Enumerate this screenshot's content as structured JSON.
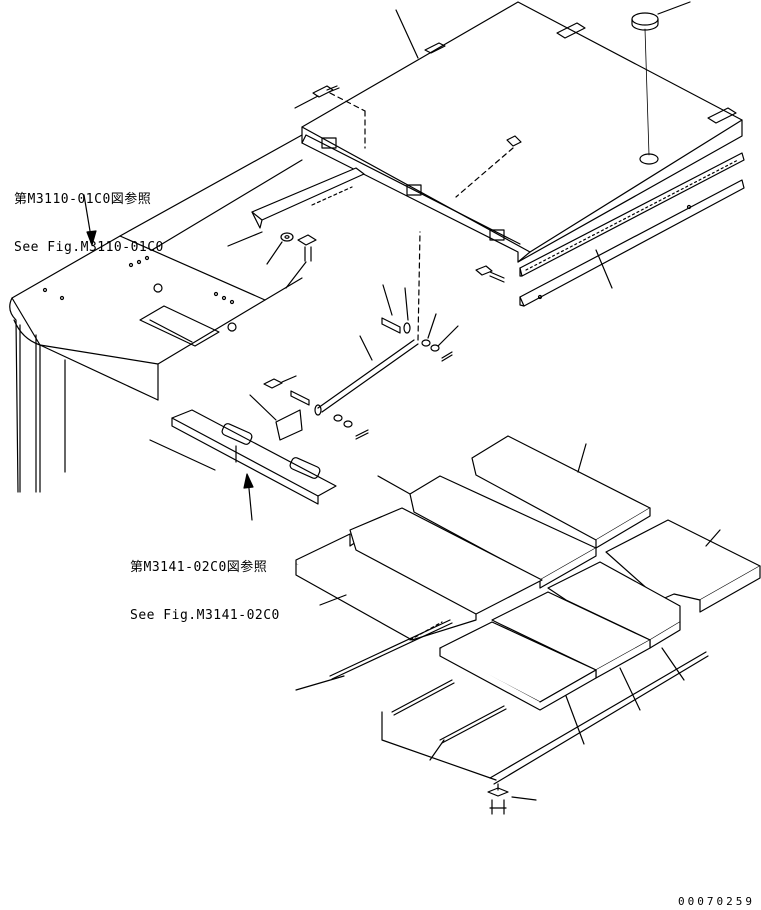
{
  "references": [
    {
      "id": "ref-m3110",
      "line1": "第M3110-01C0図参照",
      "line2": "See Fig.M3110-01C0"
    },
    {
      "id": "ref-m3141",
      "line1": "第M3141-02C0図参照",
      "line2": "See Fig.M3141-02C0"
    }
  ],
  "document_number": "00070259"
}
